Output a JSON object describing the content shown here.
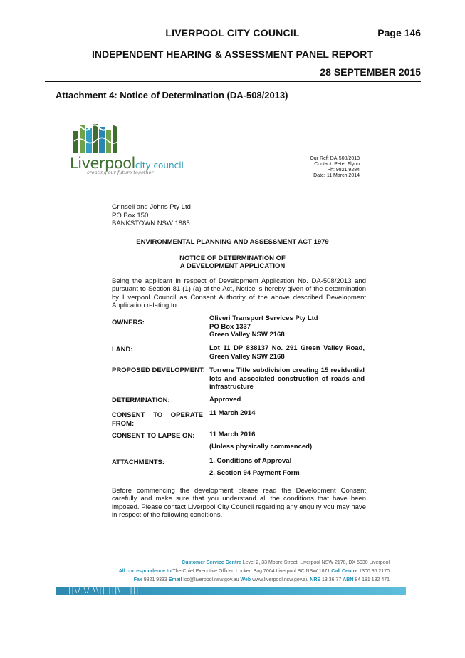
{
  "header": {
    "council": "LIVERPOOL CITY COUNCIL",
    "page": "Page 146",
    "report": "INDEPENDENT HEARING & ASSESSMENT PANEL REPORT",
    "date": "28 SEPTEMBER 2015",
    "attachment_title": "Attachment 4: Notice of Determination (DA-508/2013)"
  },
  "logo": {
    "word_a": "Liverpool",
    "word_b": "city council",
    "tagline": "creating our future together",
    "colors": {
      "green": "#3f6f31",
      "blue": "#2a9bb8"
    }
  },
  "reference": {
    "our_ref": "Our Ref: DA-508/2013",
    "contact": "Contact: Peter Flynn",
    "phone": "Ph: 9821 9284",
    "date": "Date: 11 March 2014"
  },
  "addressee": {
    "name": "Grinsell and Johns Pty Ltd",
    "po_box": "PO Box 150",
    "suburb": "BANKSTOWN  NSW  1885"
  },
  "notice": {
    "act_title": "ENVIRONMENTAL PLANNING AND ASSESSMENT ACT 1979",
    "title_line1": "NOTICE OF DETERMINATION OF",
    "title_line2": "A DEVELOPMENT APPLICATION",
    "intro": "Being the applicant in respect of Development Application No. DA-508/2013 and pursuant to Section 81 (1) (a) of the Act, Notice is hereby given of the determination by Liverpool Council as Consent Authority of the above described Development Application relating to:",
    "closing": "Before commencing the development please read the Development Consent carefully and make sure that you understand all the conditions that have been imposed. Please contact Liverpool City Council regarding any enquiry you may have in respect of the following conditions."
  },
  "details": {
    "owners_label": "OWNERS:",
    "owners_line1": "Oliveri Transport Services Pty Ltd",
    "owners_line2": "PO Box 1337",
    "owners_line3": "Green Valley  NSW  2168",
    "land_label": "LAND:",
    "land_value": "Lot 11 DP 838137 No. 291 Green Valley Road, Green Valley  NSW  2168",
    "proposed_label": "PROPOSED DEVELOPMENT:",
    "proposed_value": "Torrens Title subdivision creating 15 residential lots and associated construction of roads and infrastructure",
    "determination_label": "DETERMINATION:",
    "determination_value": "Approved",
    "consent_w1": "CONSENT",
    "consent_w2": "TO",
    "consent_w3": "OPERATE",
    "consent_w4": "FROM:",
    "consent_value": "11 March 2014",
    "lapse_label": "CONSENT TO LAPSE ON:",
    "lapse_value": "11 March 2016",
    "lapse_note": "(Unless physically commenced)",
    "attachments_label": "ATTACHMENTS:",
    "attachment_1": "1.  Conditions of Approval",
    "attachment_2": "2.  Section 94 Payment Form"
  },
  "footer": {
    "l1_key": "Customer Service Centre",
    "l1_text": " Level 2, 33 Moore Street, Liverpool NSW 2170, DX 5030 Liverpool",
    "l2_key1": "All correspondence to",
    "l2_text1": " The Chief Executive Officer, Locked Bag 7064 Liverpool BC NSW 1871 ",
    "l2_key2": "Call Centre",
    "l2_text2": " 1300 36 2170",
    "l3_key1": "Fax",
    "l3_text1": " 9821 9333 ",
    "l3_key2": "Email",
    "l3_text2": " lcc@liverpool.nsw.gov.au ",
    "l3_key3": "Web",
    "l3_text3": " www.liverpool.nsw.gov.au ",
    "l3_key4": "NRS",
    "l3_text4": " 13 36 77 ",
    "l3_key5": "ABN",
    "l3_text5": " 84 181 182 471"
  }
}
